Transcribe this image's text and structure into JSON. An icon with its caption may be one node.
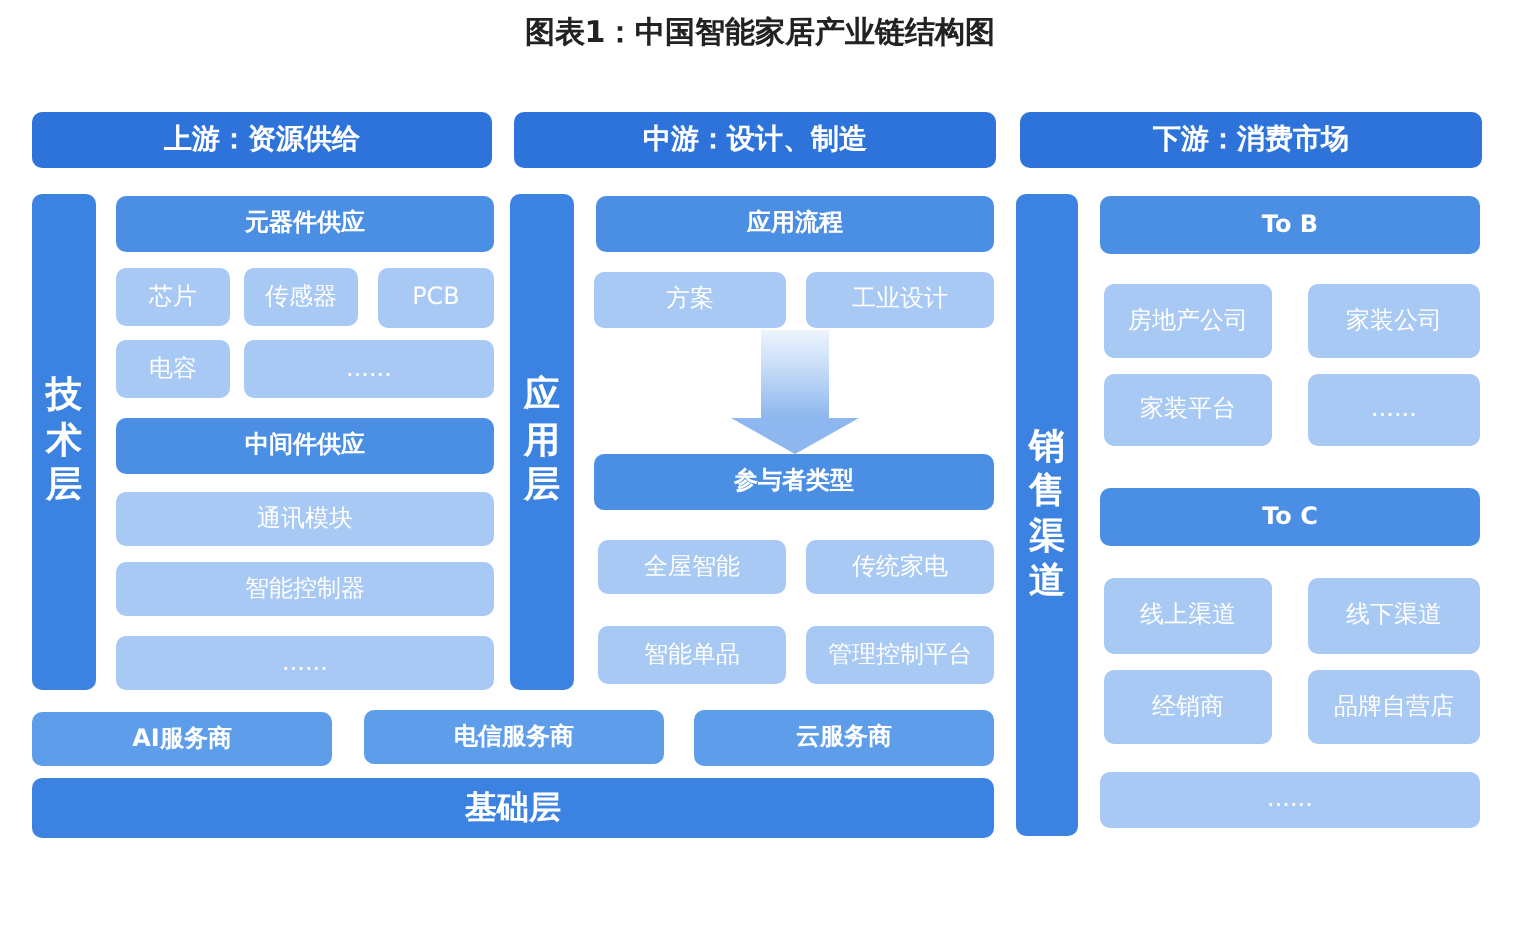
{
  "diagram": {
    "title": "图表1：中国智能家居产业链结构图",
    "nodes": [
      {
        "text": [
          "上游：资源供给"
        ]
      },
      {
        "text": [
          "中游：设计、制造"
        ]
      },
      {
        "text": [
          "下游：消费市场"
        ]
      },
      {
        "text": [
          "技术层"
        ]
      },
      {
        "text": [
          "元器件供应"
        ]
      },
      {
        "text": [
          "芯片"
        ]
      },
      {
        "text": [
          "传感器"
        ]
      },
      {
        "text": [
          "PCB"
        ]
      },
      {
        "text": [
          "电容"
        ]
      },
      {
        "text": [
          "......"
        ]
      },
      {
        "text": [
          "中间件供应"
        ]
      },
      {
        "text": [
          "通讯模块"
        ]
      },
      {
        "text": [
          "智能控制器"
        ]
      },
      {
        "text": [
          "......"
        ]
      },
      {
        "text": [
          "应用层"
        ]
      },
      {
        "text": [
          "应用流程"
        ]
      },
      {
        "text": [
          "方案"
        ]
      },
      {
        "text": [
          "工业设计"
        ]
      },
      {
        "text": [
          "参与者类型"
        ]
      },
      {
        "text": [
          "全屋智能"
        ]
      },
      {
        "text": [
          "传统家电"
        ]
      },
      {
        "text": [
          "智能单品"
        ]
      },
      {
        "text": [
          "管理控制平台"
        ]
      },
      {
        "text": [
          "销售渠道"
        ]
      },
      {
        "text": [
          "To B"
        ]
      },
      {
        "text": [
          "房地产公司"
        ]
      },
      {
        "text": [
          "家装公司"
        ]
      },
      {
        "text": [
          "家装平台"
        ]
      },
      {
        "text": [
          "......"
        ]
      },
      {
        "text": [
          "To C"
        ]
      },
      {
        "text": [
          "线上渠道"
        ]
      },
      {
        "text": [
          "线下渠道"
        ]
      },
      {
        "text": [
          "经销商"
        ]
      },
      {
        "text": [
          "品牌自营店"
        ]
      },
      {
        "text": [
          "......"
        ]
      },
      {
        "text": [
          "AI服务商"
        ]
      },
      {
        "text": [
          "电信服务商"
        ]
      },
      {
        "text": [
          "云服务商"
        ]
      },
      {
        "text": [
          "基础层"
        ]
      }
    ],
    "edges": [
      {
        "from": 16,
        "to": 18,
        "arrow": "to"
      },
      {
        "from": 17,
        "to": 18,
        "arrow": "to"
      }
    ]
  }
}
